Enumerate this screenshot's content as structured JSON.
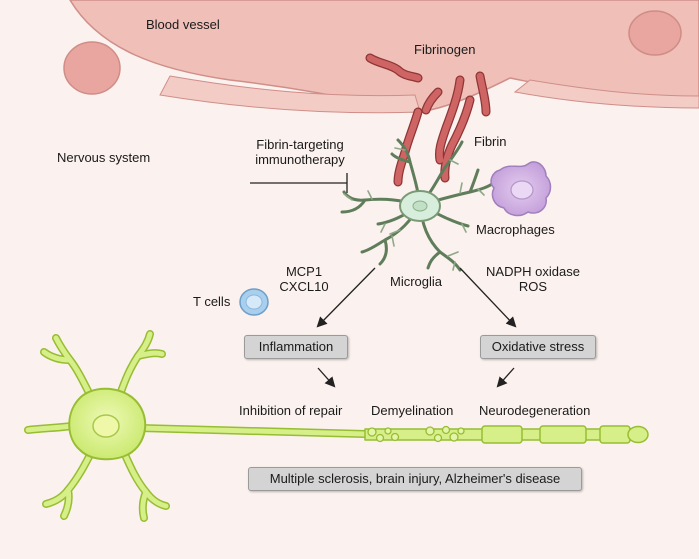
{
  "labels": {
    "blood_vessel": "Blood vessel",
    "fibrinogen": "Fibrinogen",
    "fibrin": "Fibrin",
    "nervous_system": "Nervous system",
    "immunotherapy_line1": "Fibrin-targeting",
    "immunotherapy_line2": "immunotherapy",
    "macrophages": "Macrophages",
    "microglia": "Microglia",
    "mcp1": "MCP1",
    "cxcl10": "CXCL10",
    "nadph": "NADPH oxidase",
    "ros": "ROS",
    "t_cells": "T cells",
    "inhibition_of_repair": "Inhibition of repair",
    "demyelination": "Demyelination",
    "neurodegeneration": "Neurodegeneration"
  },
  "boxes": {
    "inflammation": "Inflammation",
    "oxidative_stress": "Oxidative stress",
    "diseases": "Multiple sclerosis, brain injury, Alzheimer's disease"
  },
  "colors": {
    "background": "#fbf1ee",
    "vessel": "#efbfb8",
    "vessel_cell": "#e9a6a0",
    "fibrin": "#c85a5a",
    "microglia": "#6e8a6a",
    "microglia_nucleus": "#d8eedd",
    "macrophage": "#c9a8dc",
    "t_cell": "#a9cfee",
    "neuron": "#d6ef88",
    "neuron_outline": "#97bd33",
    "box_fill": "#d4d4d4"
  }
}
